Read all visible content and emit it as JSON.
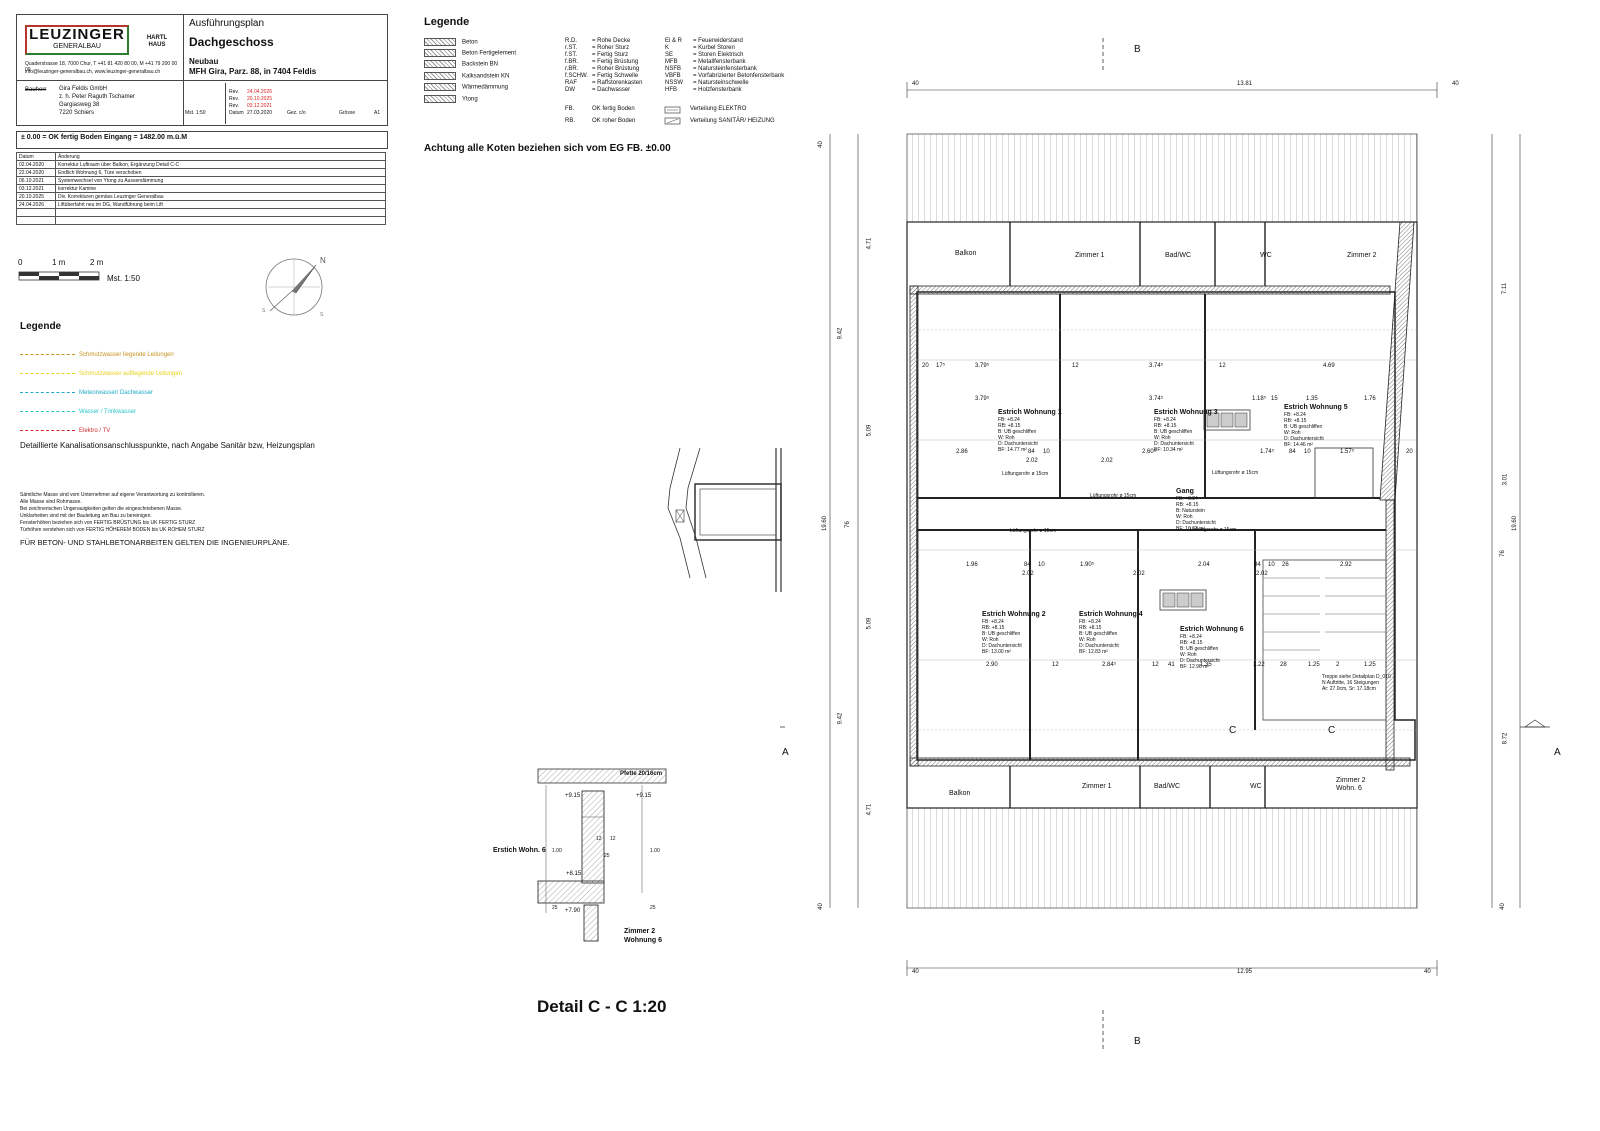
{
  "titleblock": {
    "logo_main": "LEUZINGER",
    "logo_sub": "GENERALBAU",
    "partner_logo": "HARTL HAUS",
    "plan_type": "Ausführungsplan",
    "plan_name": "Dachgeschoss",
    "project_line1": "Neubau",
    "project_line2": "MFH Gira, Parz. 88, in 7404 Feldis",
    "company_address": "Quaderstrasse 18, 7000 Chur, T +41 81 420 80 00, M +41 79 200 00 00",
    "company_web": "info@leuzinger-generalbau.ch, www.leuzinger-generalbau.ch",
    "client_label": "Bauherr",
    "client_lines": [
      "Gira Feldis GmbH",
      "z. h. Peter Raguth Tschamer",
      "Gargiasweg 38",
      "7220 Schiers"
    ],
    "rev_label": "Rev.",
    "revs": [
      "24.04.2026",
      "20.10.2025",
      "03.12.2021"
    ],
    "rev_last_label": "Rev.",
    "datum_label": "Datum",
    "datum_value": "27.03.2020",
    "scale_label": "Mst. 1:50",
    "gez_label": "Gez. c/o",
    "groesse_label": "Grösse",
    "groesse_value": "A1",
    "reference_height": "± 0.00  = OK fertig Boden Eingang  = 1482.00 m.ü.M"
  },
  "history": {
    "header": [
      "Datum",
      "Änderung"
    ],
    "rows": [
      [
        "02.04.2020",
        "Korrektur Luftraum über Balkon, Ergänzung Detail C-C"
      ],
      [
        "22.04.2020",
        "Endlich Wohnung 6, Türe verschoben"
      ],
      [
        "06.10.2021",
        "Systemwechsel von Ytong zu Aussendämmung"
      ],
      [
        "03.12.2021",
        "korrektur Kamine"
      ],
      [
        "20.10.2025",
        "Div. Korrekturen gemäss Leuzinger Generalbau"
      ],
      [
        "24.04.2026",
        "Liftüberfahrt neu im DG, Wandführung beim Lift"
      ],
      [
        "",
        ""
      ],
      [
        "",
        ""
      ]
    ]
  },
  "scale_bar": {
    "labels": [
      "0",
      "1 m",
      "2 m"
    ],
    "caption": "Mst. 1:50"
  },
  "north": {
    "label": "N",
    "s1": "S",
    "s2": "S"
  },
  "legend1": {
    "title": "Legende",
    "items": [
      "Beton",
      "Beton Fertigelement",
      "Backstein BN",
      "Kalksandstein KN",
      "Wärmedämmung",
      "Ytong"
    ],
    "abbr_col1": [
      "R.D.",
      "r.ST.",
      "f.ST.",
      "f.BR.",
      "r.BR.",
      "f.SCHW.",
      "RAF",
      "DW"
    ],
    "abbr_col2": [
      "= Rohe Decke",
      "= Roher Sturz",
      "= Fertig Sturz",
      "= Fertig Brüstung",
      "= Roher Brüstung",
      "= Fertig Schwelle",
      "= Raffstorenkasten",
      "= Dachwasser"
    ],
    "abbr_col3": [
      "El & R",
      "K",
      "SE",
      "MFB",
      "NSFB",
      "VBFB",
      "NSSW",
      "HFB"
    ],
    "abbr_col4": [
      "= Feuerwiderstand",
      "= Kurbel Storen",
      "= Storen Elektrisch",
      "= Metallfensterbank",
      "= Naturstein­fensterbank",
      "= Vorfabrizierter Betonfensterbank",
      "= Natursteinschwelle",
      "= Holzfensterbank"
    ],
    "fb_label": "FB.",
    "fb_text": "OK fertig Boden",
    "rb_label": "RB.",
    "rb_text": "OK roher Boden",
    "elektro": "Verteilung ELEKTRO",
    "sanitaer": "Verteilung SANITÄR/ HEIZUNG",
    "note": "Achtung alle Koten beziehen sich vom EG FB. ±0.00"
  },
  "legend2": {
    "title": "Legende",
    "items": [
      {
        "label": "Schmutzwasser liegende Leitungen",
        "color": "#c8931e"
      },
      {
        "label": "Schmutzwasser aufliegende Leitungen",
        "color": "#e6d21a"
      },
      {
        "label": "Meteorwasser/ Dachwasser",
        "color": "#1fa8c9"
      },
      {
        "label": "Wasser / Trinkwasser",
        "color": "#27c3c8"
      },
      {
        "label": "Elektro / TV",
        "color": "#d22b2b"
      }
    ],
    "note": "Detaillierte Kanalisationsanschlusspunkte, nach Angabe Sanitär bzw, Heizungsplan"
  },
  "notes": {
    "lines": [
      "Sämtliche Masse sind vom Unternehmer auf eigene Verantwortung zu kontrollieren.",
      "Alle Masse sind Rohmasse.",
      "Bei zeichnerischen Ungenauigkeiten gelten die eingeschriebenen Masse.",
      "Unklarheiten sind mit der Bauleitung am Bau zu bereinigen.",
      "Fensterhöhen beziehen sich von FERTIG BRÜSTUNG bis UK FERTIG STURZ",
      "Türhöhen verstehen sich von FERTIG HÖHEREM BODEN bis UK ROHEM STURZ"
    ],
    "concrete": "FÜR BETON- UND STAHLBETONARBEITEN GELTEN DIE INGENIEURPLÄNE."
  },
  "detail": {
    "title": "Detail C - C   1:20",
    "pfette": "Pfette 20/16cm",
    "lv1": "+9.15",
    "lv2": "+9.15",
    "lv3": "+8.15",
    "lv4": "+7.90",
    "estrich": "Erstich Wohn. 6",
    "zimmer1": "Zimmer 2",
    "zimmer2": "Wohnung 6",
    "d1": "12",
    "d2": "12",
    "d3": "25",
    "d4": "1.00",
    "d5": "25",
    "d6": "1.00",
    "d7": "25"
  },
  "plan": {
    "section_b": "B",
    "section_a": "A",
    "section_c": "C",
    "dim_top": "13.81",
    "dim_top_l": "40",
    "dim_top_r": "40",
    "dim_bottom": "12.95",
    "dim_bottom_l": "40",
    "dim_bottom_r": "40",
    "dim_left_total": "19.60",
    "dim_right_total": "19.60",
    "dim_left": [
      "40",
      "4.71",
      "9.42",
      "5.09",
      "76",
      "5.09",
      "9.42",
      "4.71",
      "40"
    ],
    "dim_right": [
      "7.11",
      "3.01",
      "76",
      "8.72",
      "40"
    ],
    "rooms": [
      {
        "name": "Balkon"
      },
      {
        "name": "Zimmer 1"
      },
      {
        "name": "Bad/WC"
      },
      {
        "name": "WC"
      },
      {
        "name": "Zimmer 2"
      },
      {
        "name": "Estrich Wohnung 1",
        "fb": "FB: +8.24",
        "rb": "RB: +8.15",
        "b": "B: UB geschliffen",
        "w": "W: Roh",
        "d": "D: Dachuntersicht",
        "bf": "BF: 14.77 m²"
      },
      {
        "name": "Estrich Wohnung 3",
        "fb": "FB: +8.24",
        "rb": "RB: +8.15",
        "b": "B: UB geschliffen",
        "w": "W: Roh",
        "d": "D: Dachuntersicht",
        "bf": "BF: 10.34 m²"
      },
      {
        "name": "Estrich Wohnung 5",
        "fb": "FB: +8.24",
        "rb": "RB: +8.15",
        "b": "B: UB geschliffen",
        "w": "W: Roh",
        "d": "D: Dachuntersicht",
        "bf": "BF: 14.46 m²"
      },
      {
        "name": "Gang",
        "fb": "FB: +8.24",
        "rb": "RB: +8.15",
        "b": "B: Naturstein",
        "w": "W: Roh",
        "d": "D: Dachuntersicht",
        "bf": "BF: 16.62 m²"
      },
      {
        "name": "Estrich Wohnung 2",
        "fb": "FB: +8.24",
        "rb": "RB: +8.15",
        "b": "B: UB geschliffen",
        "w": "W: Roh",
        "d": "D: Dachuntersicht",
        "bf": "BF: 13.00 m²"
      },
      {
        "name": "Estrich Wohnung 4",
        "fb": "FB: +8.24",
        "rb": "RB: +8.15",
        "b": "B: UB geschliffen",
        "w": "W: Roh",
        "d": "D: Dachuntersicht",
        "bf": "BF: 12.83 m²"
      },
      {
        "name": "Estrich Wohnung 6",
        "fb": "FB: +8.24",
        "rb": "RB: +8.15",
        "b": "B: UB geschliffen",
        "w": "W: Roh",
        "d": "D: Dachuntersicht",
        "bf": "BF: 12.96 m²"
      },
      {
        "name": "Balkon"
      },
      {
        "name": "Zimmer 1"
      },
      {
        "name": "Bad/WC"
      },
      {
        "name": "WC"
      },
      {
        "name": "Zimmer 2",
        "sub": "Wohn. 6"
      }
    ],
    "stair_note": [
      "Treppe siehe Detailplan D_010",
      "N Auftritte, 16 Steigungen",
      "Ar: 27.0cm, Sr: 17.18cm"
    ],
    "lueftung": [
      "Lüftungsrohr ø 15cm",
      "Lüftungsrohr ø 15cm",
      "Lüftungsrohr ø 15cm",
      "Lüftungsrohr ø 15cm",
      "Lüftungsrohr ø 15cm"
    ],
    "dims_row1": [
      "3.79⁵",
      "12",
      "3.74⁵",
      "12",
      "4.69",
      "20",
      "17⁵"
    ],
    "dims_row2": [
      "3.79⁵",
      "3.74⁵",
      "1.18⁵",
      "15",
      "1.35",
      "1.76"
    ],
    "dims_row3": [
      "2.86",
      "84",
      "10",
      "2.60⁵",
      "1.74⁵",
      "84",
      "10",
      "1.57⁵",
      "20"
    ],
    "dims_row4": [
      "2.02",
      "2.02"
    ],
    "dims_row5": [
      "1.96",
      "84",
      "10",
      "1.90⁵",
      "2.04",
      "84",
      "10",
      "26",
      "2.92"
    ],
    "dims_row6": [
      "2.02",
      "2.02",
      "2.02"
    ],
    "dims_row7": [
      "2.90",
      "12",
      "2.84⁵",
      "12",
      "41",
      "1.35",
      "1.22",
      "28",
      "1.25",
      "2",
      "1.25"
    ]
  }
}
